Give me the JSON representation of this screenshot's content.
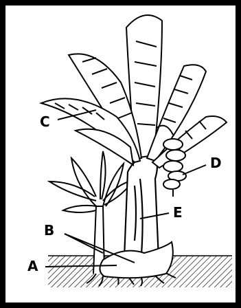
{
  "diagram": {
    "labels": {
      "a": "A",
      "b": "B",
      "c": "C",
      "d": "D",
      "e": "E"
    },
    "colors": {
      "ink": "#000000",
      "background": "#ffffff"
    }
  }
}
